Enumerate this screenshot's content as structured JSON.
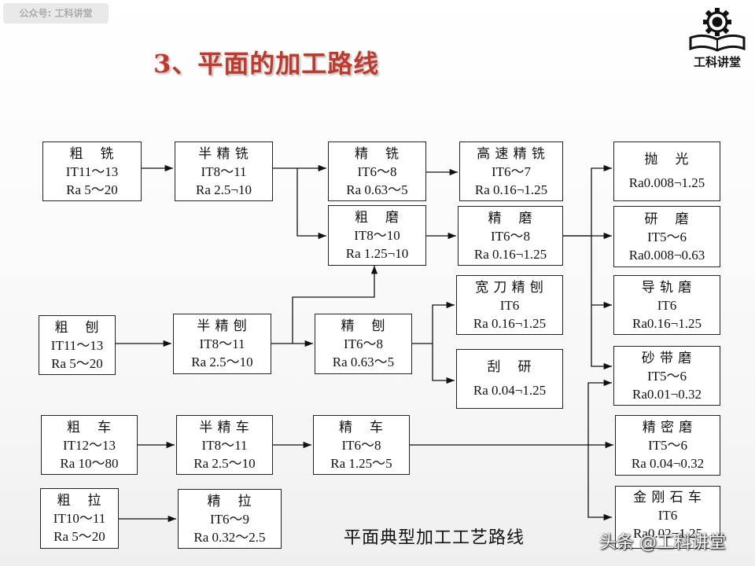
{
  "watermark": "公众号: 工科讲堂",
  "logo_text": "工科讲堂",
  "title": "3、平面的加工路线",
  "caption": "平面典型加工工艺路线",
  "footer_mark": "头条 @工科讲堂",
  "boxes": {
    "b1": {
      "name": "粗    铣",
      "lines": [
        "IT11～13",
        "Ra 5～20"
      ]
    },
    "b2": {
      "name": "半 精 铣",
      "lines": [
        "IT8～11",
        "Ra 2.5¬10"
      ]
    },
    "b3": {
      "name": "精    铣",
      "lines": [
        "IT6～8",
        "Ra 0.63～5"
      ]
    },
    "b4": {
      "name": "高 速 精 铣",
      "lines": [
        "IT6～7",
        "Ra 0.16¬1.25"
      ]
    },
    "b5": {
      "name": "粗    磨",
      "lines": [
        "IT8～10",
        "Ra 1.25¬10"
      ]
    },
    "b6": {
      "name": "精    磨",
      "lines": [
        "IT6～8",
        "Ra 0.16¬1.25"
      ]
    },
    "b7": {
      "name": "抛    光",
      "lines": [
        "Ra0.008¬1.25"
      ]
    },
    "b8": {
      "name": "研    磨",
      "lines": [
        "IT5～6",
        "Ra0.008¬0.63"
      ]
    },
    "b9": {
      "name": "导 轨 磨",
      "lines": [
        "IT6",
        "Ra0.16¬1.25"
      ]
    },
    "b10": {
      "name": "宽 刀 精 刨",
      "lines": [
        "IT6",
        "Ra 0.16¬1.25"
      ]
    },
    "b11": {
      "name": "粗    刨",
      "lines": [
        "IT11～13",
        "Ra 5～20"
      ]
    },
    "b12": {
      "name": "半 精 刨",
      "lines": [
        "IT8～11",
        "Ra 2.5～10"
      ]
    },
    "b13": {
      "name": "精    刨",
      "lines": [
        "IT6～8",
        "Ra 0.63～5"
      ]
    },
    "b14": {
      "name": "刮    研",
      "lines": [
        "Ra 0.04¬1.25"
      ]
    },
    "b15": {
      "name": "砂 带 磨",
      "lines": [
        "IT5～6",
        "Ra0.01¬0.32"
      ]
    },
    "b16": {
      "name": "粗    车",
      "lines": [
        "IT12～13",
        "Ra 10～80"
      ]
    },
    "b17": {
      "name": "半 精 车",
      "lines": [
        "IT8～11",
        "Ra 2.5～10"
      ]
    },
    "b18": {
      "name": "精    车",
      "lines": [
        "IT6～8",
        "Ra 1.25～5"
      ]
    },
    "b19": {
      "name": "精 密 磨",
      "lines": [
        "IT5～6",
        "Ra 0.04¬0.32"
      ]
    },
    "b20": {
      "name": "粗    拉",
      "lines": [
        "IT10～11",
        "Ra 5～20"
      ]
    },
    "b21": {
      "name": "精    拉",
      "lines": [
        "IT6～9",
        "Ra 0.32～2.5"
      ]
    },
    "b22": {
      "name": "金 刚 石 车",
      "lines": [
        "IT6",
        "Ra0.02¬1.25"
      ]
    }
  }
}
